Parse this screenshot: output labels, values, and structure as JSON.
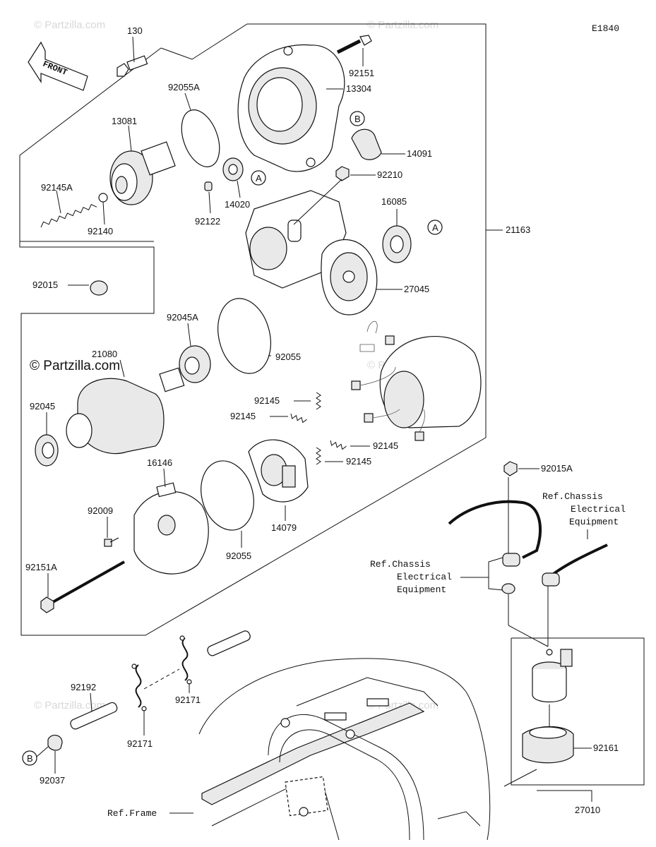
{
  "diagram_code": "E1840",
  "front_label": "FRONT",
  "watermark": "© Partzilla.com",
  "watermark_main": "© Partzilla.com",
  "ref_labels": {
    "chassis_a": [
      "Ref.Chassis",
      "Electrical",
      "Equipment"
    ],
    "chassis_b": [
      "Ref.Chassis",
      "Electrical",
      "Equipment"
    ],
    "frame": "Ref.Frame"
  },
  "markers": {
    "a": "A",
    "b": "B"
  },
  "parts": {
    "p130": "130",
    "p92055a": "92055A",
    "p13081": "13081",
    "p92145a": "92145A",
    "p92140": "92140",
    "p92122": "92122",
    "p14020": "14020",
    "p92151": "92151",
    "p13304": "13304",
    "p14091": "14091",
    "p92210": "92210",
    "p16085": "16085",
    "p21163": "21163",
    "p27045": "27045",
    "p92015": "92015",
    "p92045a": "92045A",
    "p21080": "21080",
    "p92055": "92055",
    "p92045": "92045",
    "p92145_1": "92145",
    "p92145_2": "92145",
    "p92145_3": "92145",
    "p92145_4": "92145",
    "p16146": "16146",
    "p92009": "92009",
    "p92055b": "92055",
    "p14079": "14079",
    "p92151a": "92151A",
    "p92015a": "92015A",
    "p92192": "92192",
    "p92171a": "92171",
    "p92171b": "92171",
    "p92037": "92037",
    "p92161": "92161",
    "p27010": "27010"
  }
}
